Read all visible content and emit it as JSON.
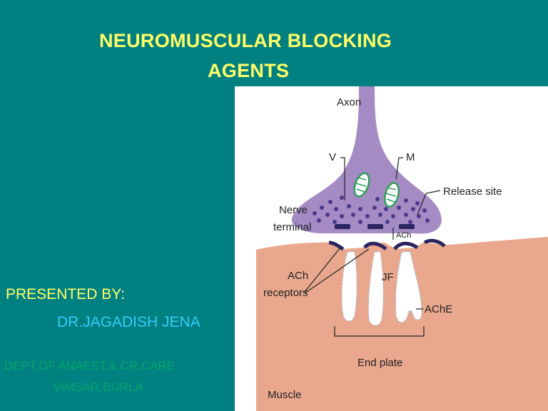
{
  "slide": {
    "title_line1": "NEUROMUSCULAR BLOCKING",
    "title_line2": "AGENTS",
    "presented_by": "PRESENTED BY",
    "presented_colon": ":",
    "presenter": "DR.JAGADISH JENA",
    "department": "DEPT.OF ANAEST.& CR.CARE",
    "institution": "VIMSAR,BURLA"
  },
  "figure": {
    "labels": {
      "axon": "Axon",
      "v": "V",
      "m": "M",
      "release_site": "Release site",
      "nerve": "Nerve",
      "terminal": "terminal",
      "ach_small": "ACh",
      "ach": "ACh",
      "receptors": "receptors",
      "jf": "JF",
      "ache": "AChE",
      "end_plate": "End plate",
      "muscle": "Muscle"
    },
    "colors": {
      "nerve_fill": "#A58BC4",
      "muscle_fill": "#E9A88E",
      "vesicle": "#4A3A8C",
      "mitochondria": "#2E9E5A",
      "receptor": "#2B2560",
      "background": "#008080",
      "title": "#FFFF66"
    }
  }
}
